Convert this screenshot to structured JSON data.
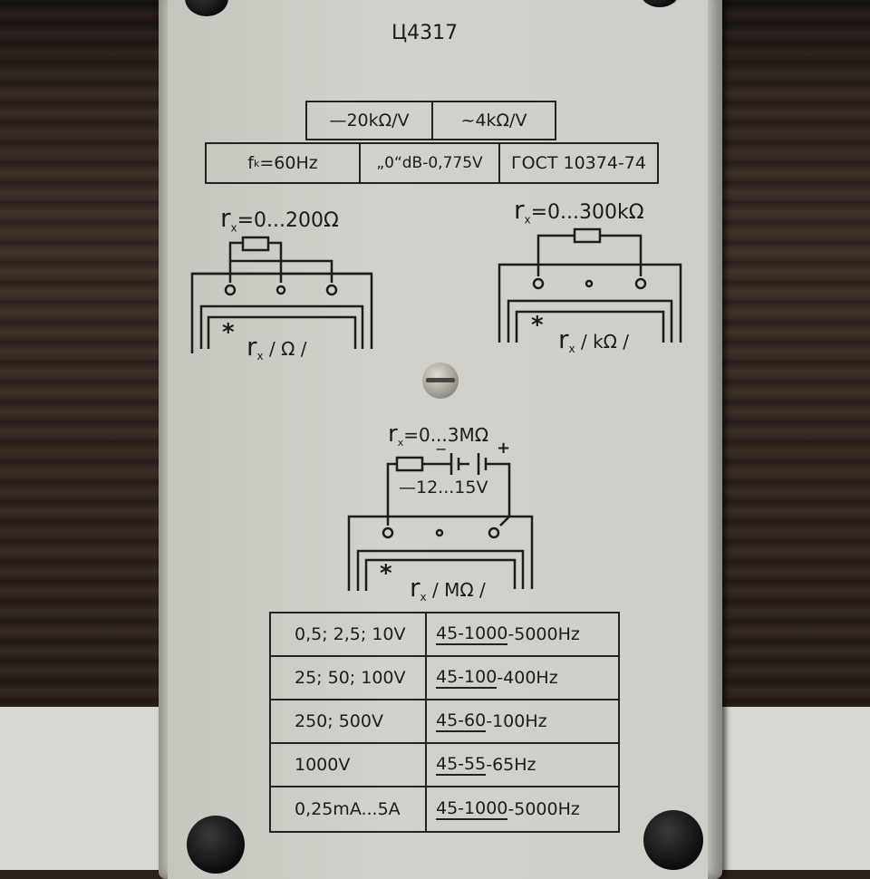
{
  "model": "Ц4317",
  "specs": {
    "dc_sensitivity": "—20kΩ/V",
    "ac_sensitivity": "~4kΩ/V",
    "fk": "f",
    "fk_sub": "k",
    "fk_value": "=60Hz",
    "db_ref": "„0“dB-0,775V",
    "gost": "ГОСТ 10374-74"
  },
  "circuits": {
    "ohm": {
      "range_r": "r",
      "range_sub": "x",
      "range_val": "=0...200Ω",
      "mark_r": "r",
      "mark_sub": "x",
      "mark_unit": "/ Ω /"
    },
    "kohm": {
      "range_r": "r",
      "range_sub": "x",
      "range_val": "=0...300kΩ",
      "mark_r": "r",
      "mark_sub": "x",
      "mark_unit": "/ kΩ /"
    },
    "mohm": {
      "range_r": "r",
      "range_sub": "x",
      "range_val": "=0...3MΩ",
      "voltage": "—12...15V",
      "plus": "+",
      "minus": "−",
      "mark_r": "r",
      "mark_sub": "x",
      "mark_unit": "/ MΩ /"
    }
  },
  "table": [
    {
      "range": "0,5; 2,5; 10V",
      "freq_u": "45-1000",
      "freq_rest": "-5000Hz"
    },
    {
      "range": "25; 50; 100V",
      "freq_u": "45-100",
      "freq_rest": "-400Hz"
    },
    {
      "range": "250; 500V",
      "freq_u": "45-60",
      "freq_rest": "-100Hz"
    },
    {
      "range": "1000V",
      "freq_u": "45-55",
      "freq_rest": "-65Hz"
    },
    {
      "range": "0,25mA...5A",
      "freq_u": "45-1000",
      "freq_rest": "-5000Hz"
    }
  ],
  "asterisk": "*"
}
